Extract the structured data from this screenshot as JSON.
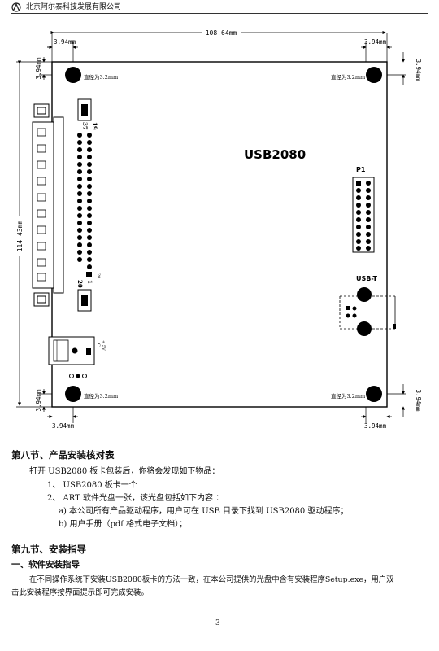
{
  "header": {
    "company": "北京阿尔泰科技发展有限公司"
  },
  "diagram": {
    "width_dim": "108.64mm",
    "height_dim": "114.43mm",
    "offset": "3.94mm",
    "hole_label": "直径为3.2mm",
    "board_name": "USB2080",
    "p1_label": "P1",
    "usb_label": "USB-T",
    "pin_37": "37",
    "pin_19": "19",
    "pin_20": "20",
    "pin_1": "1",
    "pin_20b": "20",
    "pin_c": "C",
    "pin_plus": "+ 5V"
  },
  "section8": {
    "title": "第八节、产品安装核对表",
    "intro": "打开 USB2080 板卡包装后，你将会发现如下物品：",
    "items": [
      "1、 USB2080 板卡一个",
      "2、 ART 软件光盘一张，该光盘包括如下内容 ："
    ],
    "subitems": [
      "a)   本公司所有产品驱动程序，用户可在 USB 目录下找到 USB2080 驱动程序；",
      "b)   用户手册（pdf 格式电子文档）；"
    ]
  },
  "section9": {
    "title": "第九节、安装指导",
    "sub_title": "一、软件安装指导",
    "para_line1": "在不同操作系统下安装USB2080板卡的方法一致，在本公司提供的光盘中含有安装程序Setup.exe，用户双",
    "para_line2": "击此安装程序按界面提示即可完成安装。"
  },
  "footer": {
    "page_number": "3"
  }
}
